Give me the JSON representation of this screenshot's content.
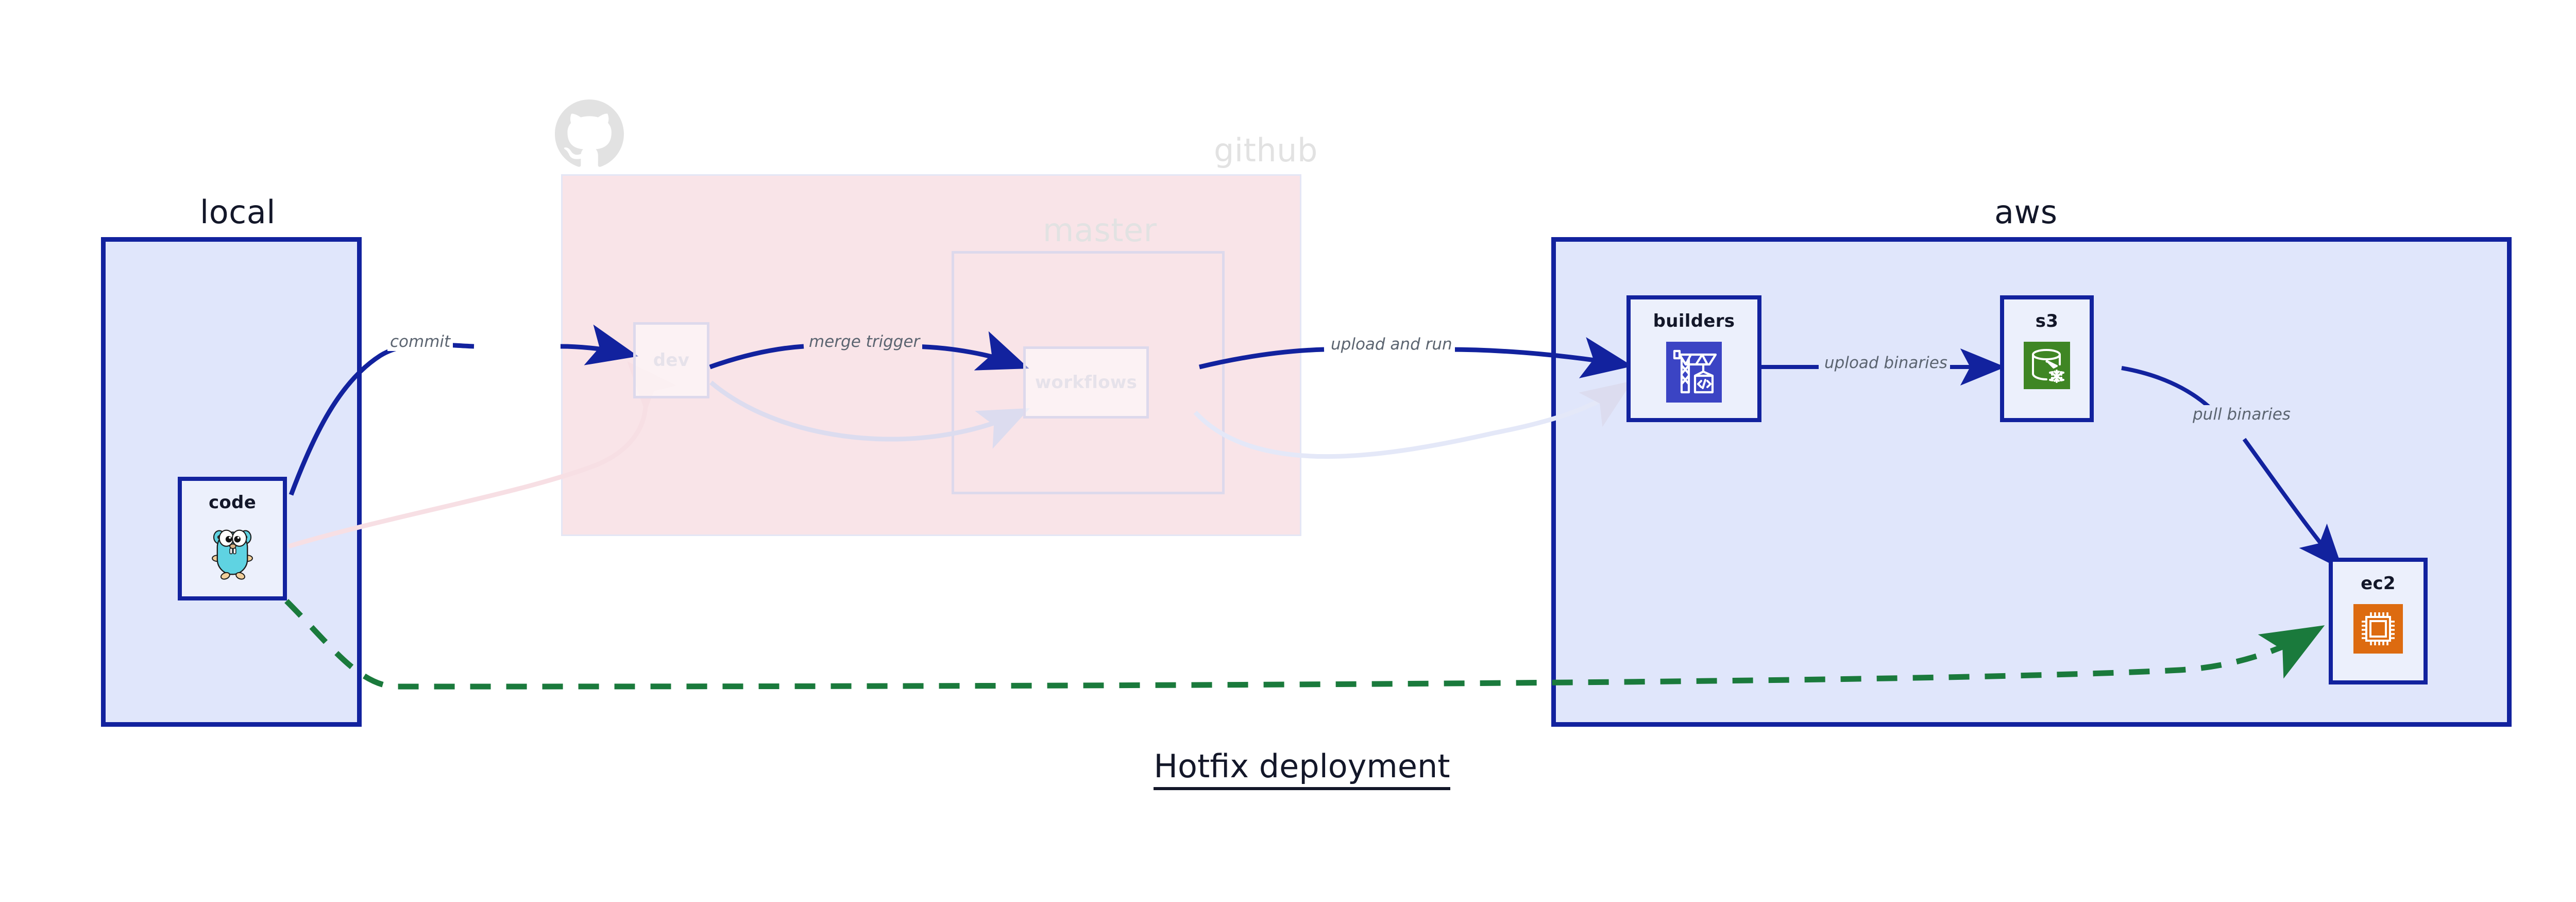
{
  "diagram": {
    "title": "Hotfix deployment",
    "zones": [
      {
        "id": "local",
        "label": "local",
        "faded": false
      },
      {
        "id": "github",
        "label": "github",
        "faded": true
      },
      {
        "id": "aws",
        "label": "aws",
        "faded": false
      }
    ],
    "subzones": [
      {
        "id": "master",
        "label": "master",
        "faded": true
      }
    ],
    "nodes": [
      {
        "id": "code",
        "label": "code",
        "icon": "go-gopher-icon",
        "faded": false
      },
      {
        "id": "dev",
        "label": "dev",
        "icon": "none",
        "faded": true
      },
      {
        "id": "workflows",
        "label": "workflows",
        "icon": "none",
        "faded": true
      },
      {
        "id": "builders",
        "label": "builders",
        "icon": "aws-codebuild-icon",
        "faded": false
      },
      {
        "id": "s3",
        "label": "s3",
        "icon": "aws-s3-glacier-icon",
        "faded": false
      },
      {
        "id": "ec2",
        "label": "ec2",
        "icon": "aws-ec2-icon",
        "faded": false
      }
    ],
    "edges": [
      {
        "id": "commit",
        "label": "commit",
        "from": "code",
        "to": "dev",
        "style": "solid",
        "color": "#12229e"
      },
      {
        "id": "merge-trigger",
        "label": "merge trigger",
        "from": "dev",
        "to": "workflows",
        "style": "solid",
        "color": "#12229e"
      },
      {
        "id": "upload-and-run",
        "label": "upload and run",
        "from": "workflows",
        "to": "builders",
        "style": "solid",
        "color": "#12229e"
      },
      {
        "id": "upload-binaries",
        "label": "upload binaries",
        "from": "builders",
        "to": "s3",
        "style": "solid",
        "color": "#12229e"
      },
      {
        "id": "pull-binaries",
        "label": "pull binaries",
        "from": "s3",
        "to": "ec2",
        "style": "solid",
        "color": "#12229e"
      },
      {
        "id": "hotfix-direct",
        "label": "",
        "from": "code",
        "to": "ec2",
        "style": "dashed",
        "color": "#1a7a3c"
      }
    ],
    "colors": {
      "accent_blue": "#12229e",
      "zone_fill_blue": "#e0e6fb",
      "zone_fill_pink": "#f9e4e8",
      "node_fill": "#ecf0fc",
      "dashed_green": "#1a7a3c",
      "s3_green": "#3f8624",
      "ec2_orange": "#dd6b10",
      "codebuild_blue": "#3b44c4",
      "gopher_cyan": "#5fd3e2",
      "label_gray": "#5b6470",
      "faded_gray": "#e2e2e2",
      "title_navy": "#131729"
    }
  }
}
